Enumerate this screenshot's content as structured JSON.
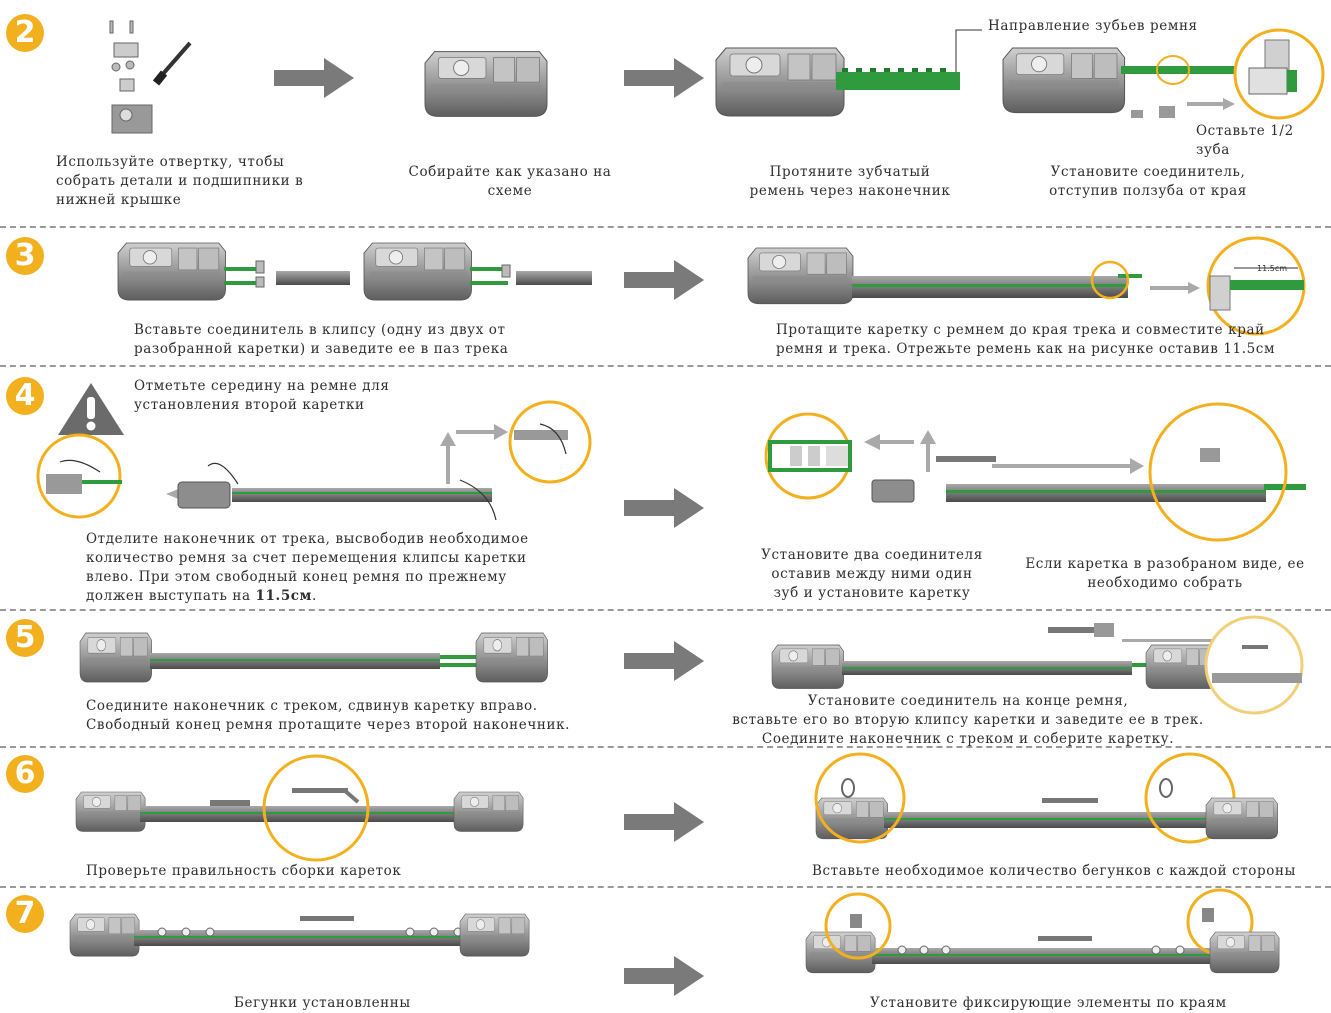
{
  "steps": [
    {
      "num": "2"
    },
    {
      "num": "3"
    },
    {
      "num": "4"
    },
    {
      "num": "5"
    },
    {
      "num": "6"
    },
    {
      "num": "7"
    }
  ],
  "step2": {
    "cap1": "Используйте отвертку, чтобы\nсобрать детали и подшипники в\nнижней крышке",
    "cap2": "Собирайте как указано на\nсхеме",
    "cap3": "Протяните зубчатый\nремень через наконечник",
    "cap4": "Установите соединитель,\nотступив ползуба от края",
    "label_direction": "Направление зубьев ремня",
    "label_half": "Оставьте 1/2 зуба"
  },
  "step3": {
    "cap1": "Вставьте соединитель в клипсу (одну из двух от\nразобранной каретки) и заведите ее в паз трека",
    "cap2": "Протащите каретку с ремнем до края трека и совместите край\nремня и трека. Отрежьте ремень как на рисунке оставив 11.5см",
    "dim_label": "11.5cm"
  },
  "step4": {
    "note": "Отметьте середину на ремне для\nустановления второй каретки",
    "cap1_main": "Отделите наконечник от трека, высвободив необходимое\nколичество ремня за счет перемещения клипсы каретки\nвлево. При этом свободный конец ремня по прежнему\nдолжен выступать на ",
    "cap1_bold": "11.5см",
    "cap1_end": ".",
    "cap2": "Установите два соединителя\nоставив между ними один\nзуб и установите каретку",
    "cap3": "Если каретка в разобраном виде, ее\nнеобходимо собрать"
  },
  "step5": {
    "cap1": "Соедините наконечник с треком, сдвинув каретку вправо.\nСвободный конец ремня протащите через второй наконечник.",
    "cap2": "Установите соединитель на конце ремня,\nвставьте его во вторую клипсу каретки и заведите ее в трек.\nСоедините наконечник с треком и соберите каретку."
  },
  "step6": {
    "cap1": "Проверьте правильность сборки кареток",
    "cap2": "Вставьте необходимое количество бегунков с каждой стороны"
  },
  "step7": {
    "cap1": "Бегунки установленны",
    "cap2": "Установите фиксирующие элементы по краям"
  },
  "colors": {
    "accent": "#f2b01e",
    "belt": "#2f9a3e",
    "arrow": "#7a7a7a",
    "motor": "#8d8d8d",
    "track": "#6f6f6f"
  }
}
